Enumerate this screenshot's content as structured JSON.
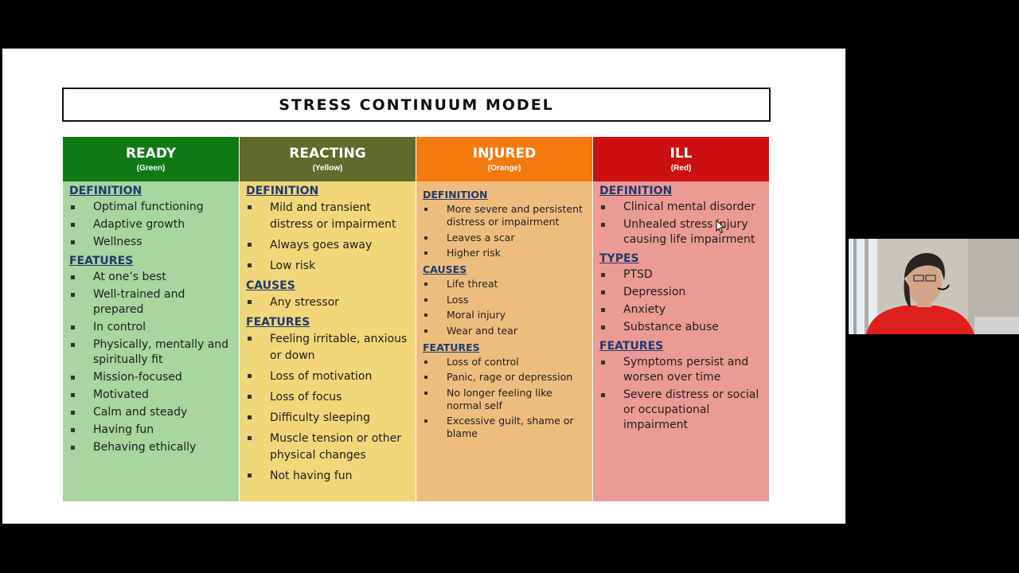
{
  "title": "STRESS CONTINUUM MODEL",
  "columns": [
    {
      "name": "READY",
      "color_label": "(Green)",
      "head_color": "#0f7a14",
      "body_color": "#a8d5a0",
      "sections": [
        {
          "heading": "DEFINITION",
          "items": [
            "Optimal functioning",
            "Adaptive growth",
            "Wellness"
          ]
        },
        {
          "heading": "FEATURES",
          "items": [
            "At one’s best",
            "Well-trained and prepared",
            "In control",
            "Physically, mentally and spiritually fit",
            "Mission-focused",
            "Motivated",
            "Calm and steady",
            "Having fun",
            "Behaving ethically"
          ]
        }
      ]
    },
    {
      "name": "REACTING",
      "color_label": "(Yellow)",
      "head_color": "#5e6b2a",
      "body_color": "#f1d77a",
      "sections": [
        {
          "heading": "DEFINITION",
          "items": [
            "Mild and transient distress or impairment",
            "Always goes away",
            "Low risk"
          ]
        },
        {
          "heading": "CAUSES",
          "items": [
            "Any stressor"
          ]
        },
        {
          "heading": "FEATURES",
          "items": [
            "Feeling irritable, anxious or down",
            "Loss of motivation",
            "Loss of focus",
            "Difficulty sleeping",
            "Muscle tension or other physical changes",
            "Not having fun"
          ]
        }
      ]
    },
    {
      "name": "INJURED",
      "color_label": "(Orange)",
      "head_color": "#f47a0f",
      "body_color": "#eebd7e",
      "sections": [
        {
          "heading": "DEFINITION",
          "items": [
            "More severe and persistent distress or impairment",
            "Leaves a scar",
            "Higher risk"
          ]
        },
        {
          "heading": "CAUSES",
          "items": [
            "Life threat",
            "Loss",
            "Moral injury",
            "Wear and tear"
          ]
        },
        {
          "heading": "FEATURES",
          "items": [
            "Loss of control",
            "Panic, rage or depression",
            "No longer feeling like normal self",
            "Excessive guilt, shame or blame"
          ]
        }
      ]
    },
    {
      "name": "ILL",
      "color_label": "(Red)",
      "head_color": "#cc0f0f",
      "body_color": "#ec9a95",
      "sections": [
        {
          "heading": "DEFINITION",
          "items": [
            "Clinical mental disorder",
            "Unhealed stress injury causing life impairment"
          ]
        },
        {
          "heading": "TYPES",
          "items": [
            "PTSD",
            "Depression",
            "Anxiety",
            "Substance abuse"
          ]
        },
        {
          "heading": "FEATURES",
          "items": [
            "Symptoms persist and worsen over time",
            "Severe distress or social or occupational impairment"
          ]
        }
      ]
    }
  ]
}
